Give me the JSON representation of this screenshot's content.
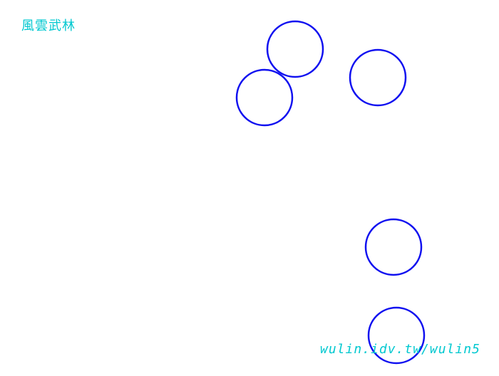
{
  "game": {
    "title": "風雲武林",
    "url": "wulin.idv.tw/wulin5",
    "circle_color": "#1010f0",
    "text_color": "#00c8d0",
    "circle_count": 5
  }
}
